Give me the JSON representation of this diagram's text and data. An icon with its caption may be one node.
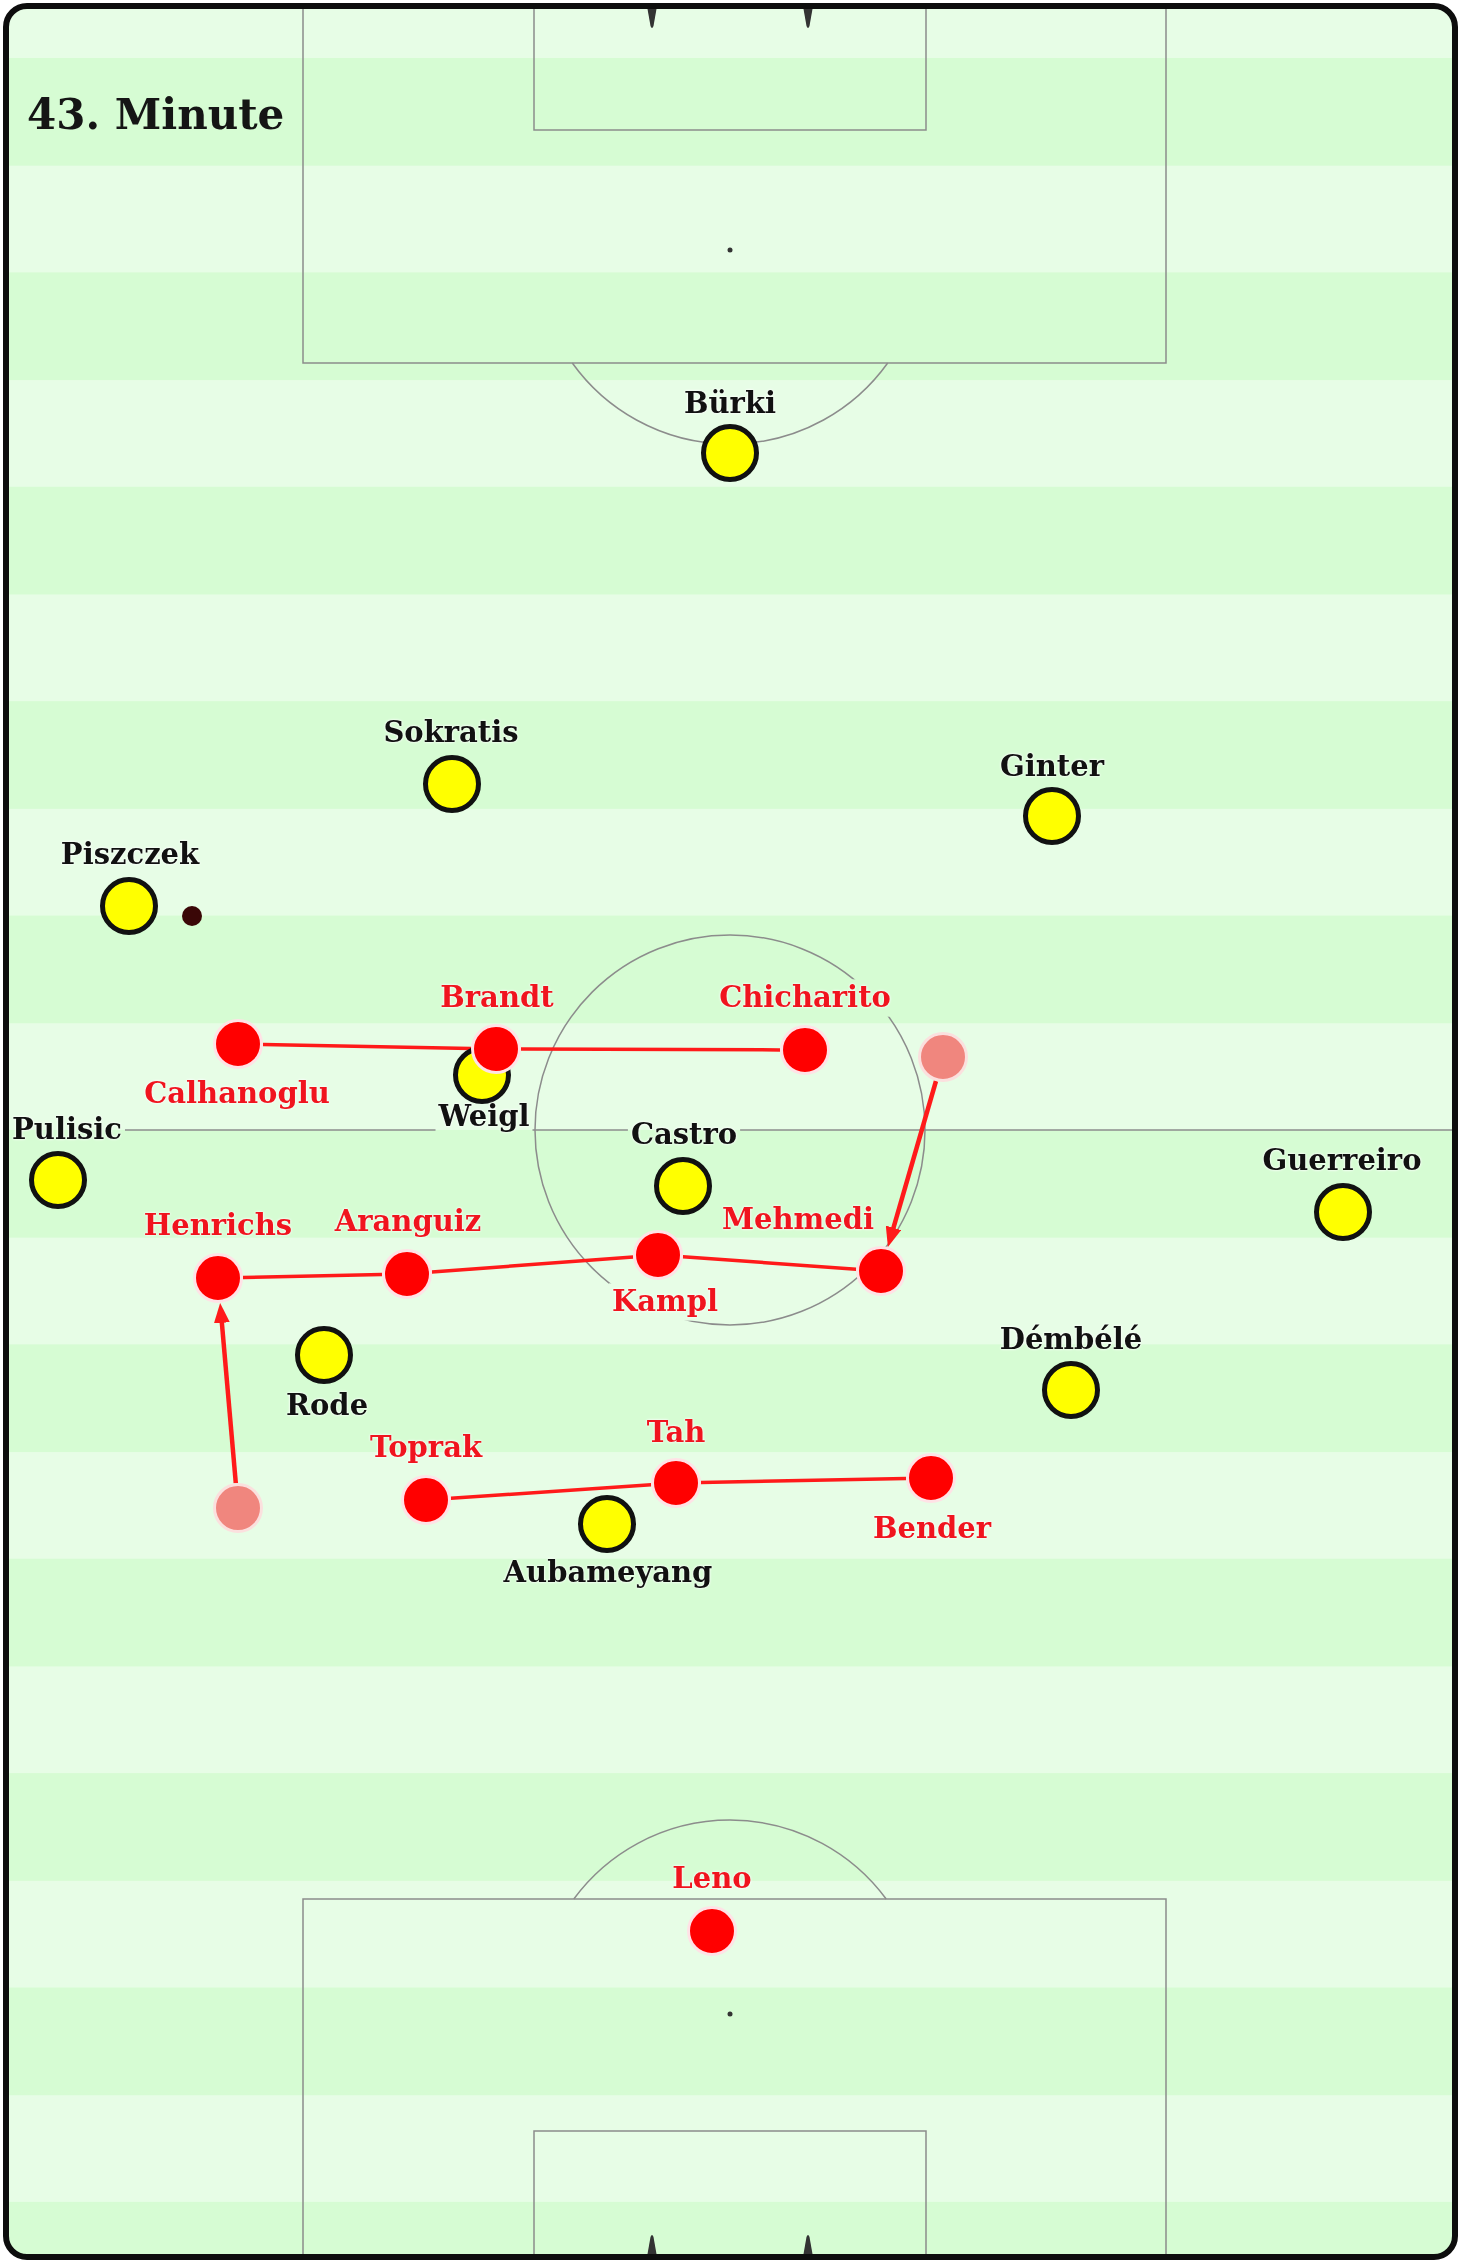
{
  "diagram": {
    "title": "43. Minute",
    "nodes": [
      {
        "text": [
          "Bürki"
        ]
      },
      {
        "text": [
          "Sokratis"
        ]
      },
      {
        "text": [
          "Ginter"
        ]
      },
      {
        "text": [
          "Piszczek"
        ]
      },
      {
        "text": [
          "Calhanoglu"
        ]
      },
      {
        "text": [
          "Brandt"
        ]
      },
      {
        "text": [
          "Chicharito"
        ]
      },
      {
        "text": [],
        "shape": "circle"
      },
      {
        "text": [
          "Weigl"
        ]
      },
      {
        "text": [
          "Pulisic"
        ]
      },
      {
        "text": [
          "Castro"
        ]
      },
      {
        "text": [
          "Guerreiro"
        ]
      },
      {
        "text": [
          "Henrichs"
        ]
      },
      {
        "text": [
          "Aranguiz"
        ]
      },
      {
        "text": [
          "Kampl"
        ]
      },
      {
        "text": [
          "Mehmedi"
        ]
      },
      {
        "text": [
          "Rode"
        ]
      },
      {
        "text": [
          "Démbélé"
        ]
      },
      {
        "text": [
          "Toprak"
        ]
      },
      {
        "text": [
          "Aubameyang"
        ]
      },
      {
        "text": [
          "Tah"
        ]
      },
      {
        "text": [
          "Bender"
        ]
      },
      {
        "text": [],
        "shape": "circle"
      },
      {
        "text": [
          "Leno"
        ]
      }
    ],
    "edges": [
      {
        "from": 4,
        "to": 5,
        "arrow": "none"
      },
      {
        "from": 5,
        "to": 6,
        "arrow": "none"
      },
      {
        "from": 12,
        "to": 13,
        "arrow": "none"
      },
      {
        "from": 13,
        "to": 14,
        "arrow": "none"
      },
      {
        "from": 14,
        "to": 15,
        "arrow": "none"
      },
      {
        "from": 18,
        "to": 20,
        "arrow": "none"
      },
      {
        "from": 20,
        "to": 21,
        "arrow": "none"
      },
      {
        "from": 7,
        "to": 15,
        "arrow": "to"
      },
      {
        "from": 22,
        "to": 12,
        "arrow": "to"
      }
    ]
  }
}
